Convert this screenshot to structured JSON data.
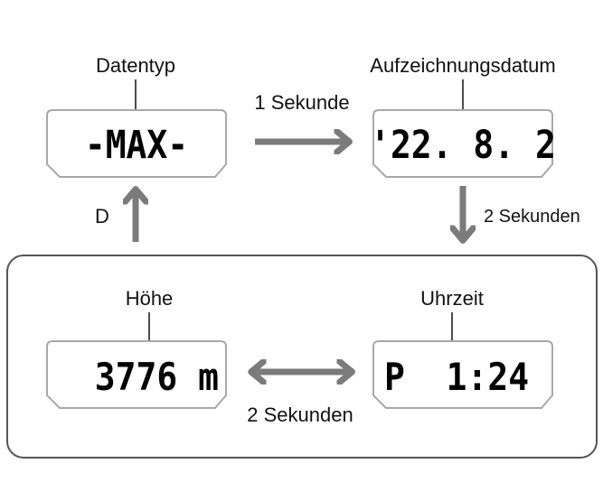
{
  "colors": {
    "arrow": "#7b7b7b",
    "display_border": "#a8a8a8",
    "frame": "#555555"
  },
  "displays": {
    "data_type": {
      "label": "Datentyp",
      "value": "-MAX-"
    },
    "record_date": {
      "label": "Aufzeichnungsdatum",
      "value": "'22. 8. 2"
    },
    "altitude": {
      "label": "Höhe",
      "value": "3776 m"
    },
    "time": {
      "label": "Uhrzeit",
      "value": "P  1:24"
    }
  },
  "transitions": {
    "data_to_date": "1 Sekunde",
    "date_to_time": "2 Sekunden",
    "time_altitude": "2 Sekunden",
    "loop_to_data": "D"
  }
}
